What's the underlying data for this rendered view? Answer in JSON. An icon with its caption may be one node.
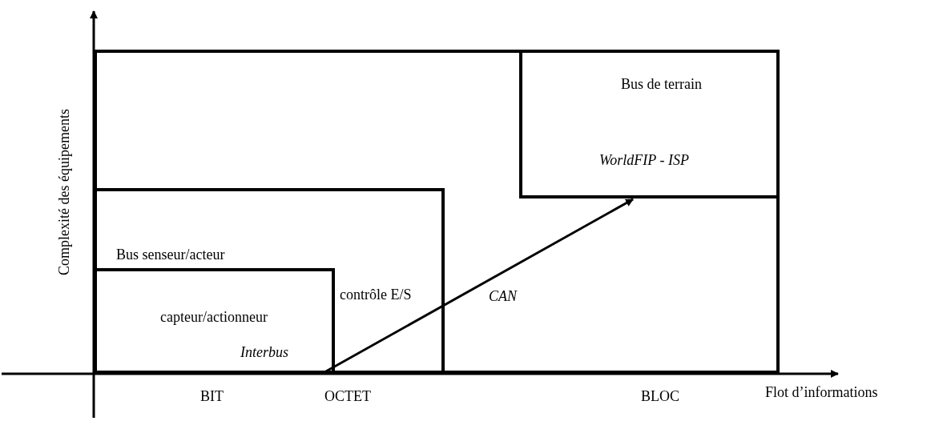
{
  "diagram": {
    "nodes": [
      {
        "text": [],
        "shape": "box"
      },
      {
        "text": [
          "contrôle E/S"
        ],
        "in": 0
      },
      {
        "text": [
          "Bus senseur/acteur",
          "capteur/actionneur",
          "Interbus"
        ],
        "in": 1
      },
      {
        "text": [
          "Bus de terrain",
          "WorldFIP - ISP"
        ],
        "in": 0
      }
    ],
    "edges": [
      {
        "from": 2,
        "to": 3,
        "arrow": "to",
        "label": "CAN"
      }
    ],
    "labels": [
      "Complexité des équipements",
      "BIT",
      "OCTET",
      "BLOC",
      "Flot d’informations"
    ]
  }
}
